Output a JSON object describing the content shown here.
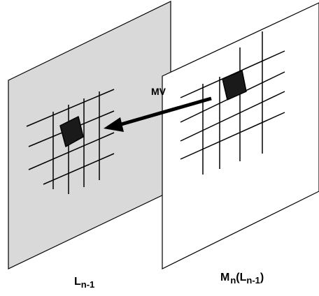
{
  "colors": {
    "left_plane_fill": "#d9d9d9",
    "right_plane_fill": "#ffffff",
    "stroke": "#000000",
    "block_fill": "#1a1a1a"
  },
  "labels": {
    "mv": "MV",
    "left_plane": {
      "base": "L",
      "subscript": "n-1"
    },
    "right_plane": {
      "base": "M",
      "subscript": "n",
      "paren_open": "(",
      "inner_base": "L",
      "inner_subscript": "n-1",
      "paren_close": ")"
    }
  }
}
